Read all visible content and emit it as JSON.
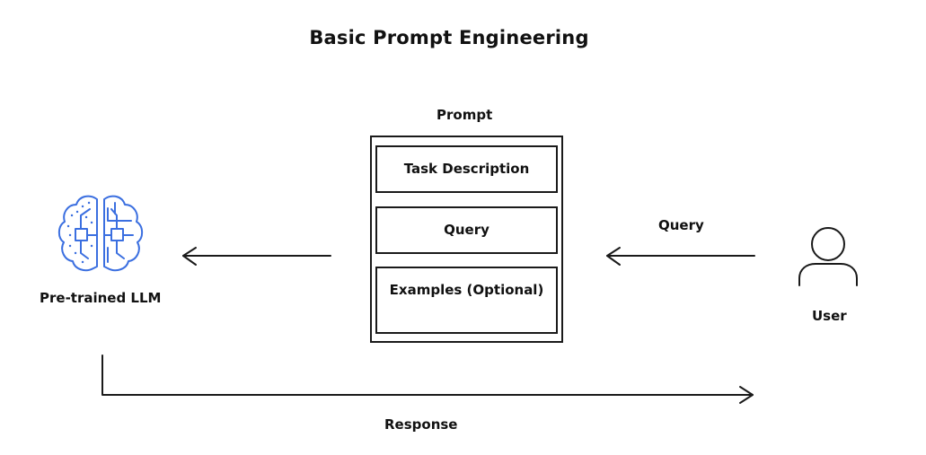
{
  "title": "Basic Prompt Engineering",
  "prompt": {
    "label": "Prompt",
    "sections": [
      "Task Description",
      "Query",
      "Examples (Optional)"
    ]
  },
  "llm": {
    "label": "Pre-trained LLM",
    "icon": "brain-circuit-icon",
    "icon_color": "#3b6fe0"
  },
  "user": {
    "label": "User",
    "icon": "user-icon"
  },
  "edges": {
    "user_to_prompt": "Query",
    "llm_to_user": "Response"
  }
}
